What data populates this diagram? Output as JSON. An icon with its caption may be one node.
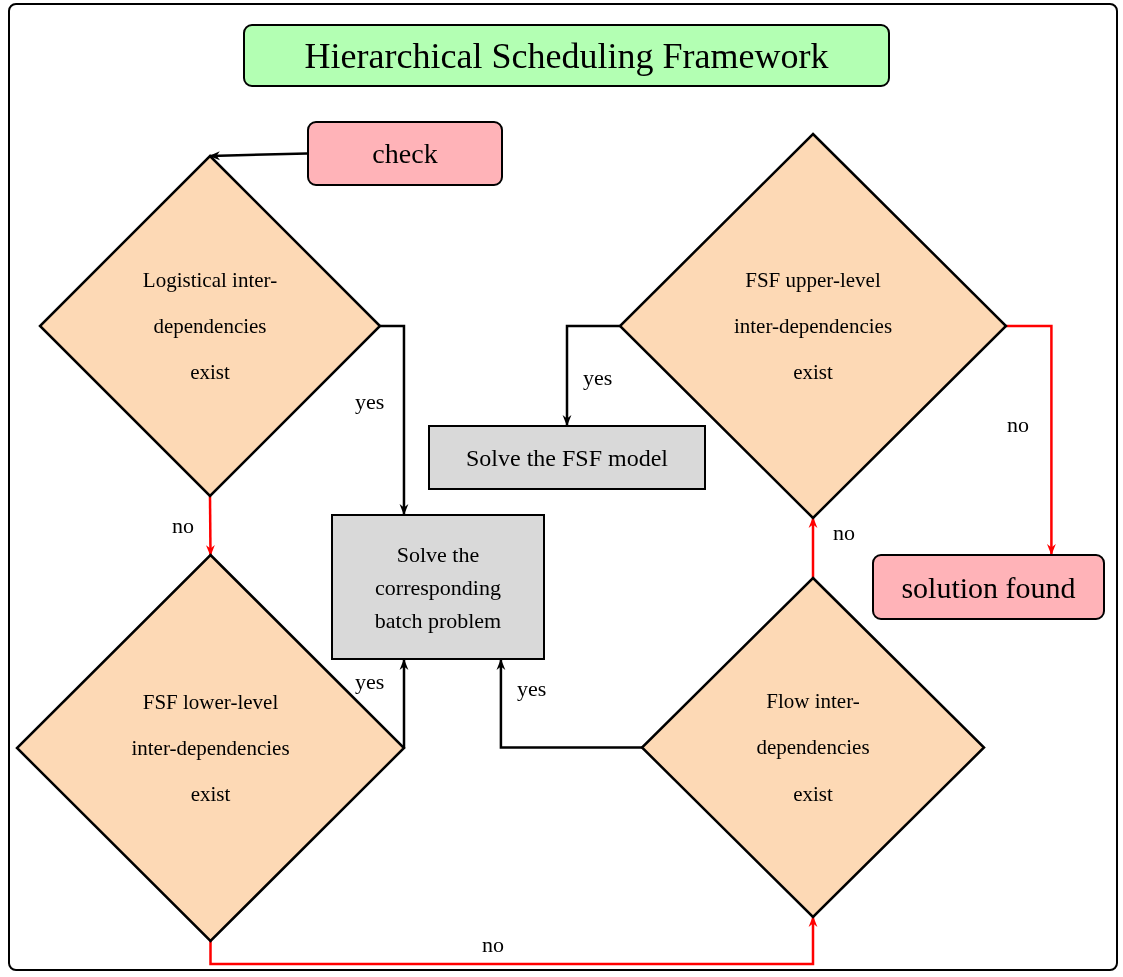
{
  "diagram": {
    "title": "Hierarchical Scheduling Framework",
    "nodes": [
      {
        "text": [
          "check"
        ]
      },
      {
        "text": [
          "Logistical inter-dependencies exist"
        ]
      },
      {
        "text": [
          "Solve the corresponding batch problem"
        ]
      },
      {
        "text": [
          "Solve the FSF model"
        ]
      },
      {
        "text": [
          "FSF upper-level inter-dependencies exist"
        ]
      },
      {
        "text": [
          "solution found"
        ]
      },
      {
        "text": [
          "FSF lower-level inter-dependencies exist"
        ]
      },
      {
        "text": [
          "Flow inter-dependencies exist"
        ]
      }
    ],
    "edges": [
      {
        "from": 0,
        "to": 1,
        "arrow": "to"
      },
      {
        "from": 1,
        "to": 2,
        "arrow": "to",
        "label": "yes"
      },
      {
        "from": 1,
        "to": 6,
        "arrow": "to",
        "label": "no",
        "color": "#ff0000"
      },
      {
        "from": 6,
        "to": 2,
        "arrow": "to",
        "label": "yes"
      },
      {
        "from": 6,
        "to": 7,
        "arrow": "to",
        "label": "no",
        "color": "#ff0000"
      },
      {
        "from": 7,
        "to": 2,
        "arrow": "to",
        "label": "yes"
      },
      {
        "from": 7,
        "to": 4,
        "arrow": "to",
        "label": "no",
        "color": "#ff0000"
      },
      {
        "from": 4,
        "to": 3,
        "arrow": "to",
        "label": "yes"
      },
      {
        "from": 4,
        "to": 5,
        "arrow": "to",
        "label": "no",
        "color": "#ff0000"
      }
    ]
  }
}
